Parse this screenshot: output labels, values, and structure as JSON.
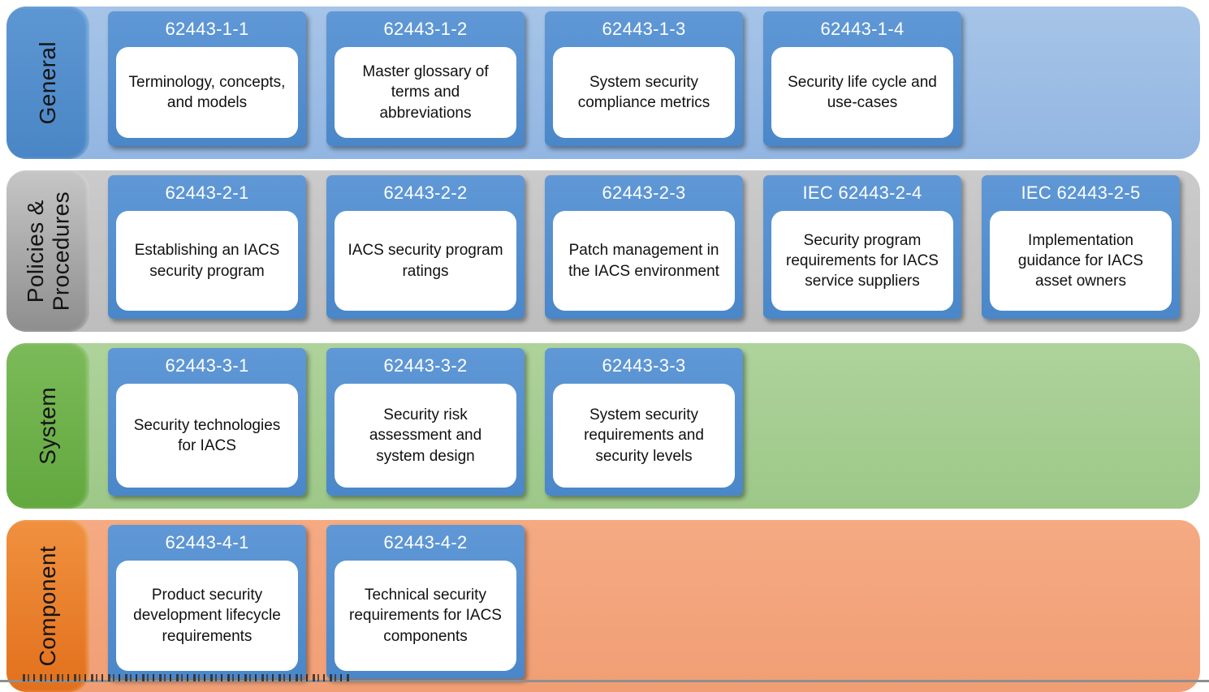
{
  "card": {
    "header_colors": [
      "#6098d6",
      "#4a87c9"
    ],
    "header_text_color": "#ffffff",
    "body_color": "#ffffff",
    "body_text_color": "#111111"
  },
  "rows": [
    {
      "key": "general",
      "label": "General",
      "band_colors": [
        "#a6c4e7",
        "#92b6e2"
      ],
      "label_colors": [
        "#5d97d3",
        "#4a86c5"
      ],
      "cards": [
        {
          "id": "62443-1-1",
          "description": "Terminology, concepts, and models"
        },
        {
          "id": "62443-1-2",
          "description": "Master glossary of terms and abbreviations"
        },
        {
          "id": "62443-1-3",
          "description": "System security compliance metrics"
        },
        {
          "id": "62443-1-4",
          "description": "Security life cycle and use-cases"
        }
      ]
    },
    {
      "key": "policies-procedures",
      "label": "Policies &\nProcedures",
      "band_colors": [
        "#cbcbcb",
        "#bdbdbd"
      ],
      "label_colors": [
        "#c6c6c6",
        "#8e8e8e"
      ],
      "cards": [
        {
          "id": "62443-2-1",
          "description": "Establishing an IACS security program"
        },
        {
          "id": "62443-2-2",
          "description": "IACS security program ratings"
        },
        {
          "id": "62443-2-3",
          "description": "Patch management in the IACS environment"
        },
        {
          "id": "IEC 62443-2-4",
          "description": "Security program requirements for IACS service suppliers"
        },
        {
          "id": "IEC 62443-2-5",
          "description": "Implementation guidance for IACS asset owners"
        }
      ]
    },
    {
      "key": "system",
      "label": "System",
      "band_colors": [
        "#aed29b",
        "#9dc888"
      ],
      "label_colors": [
        "#7cba59",
        "#62a83e"
      ],
      "cards": [
        {
          "id": "62443-3-1",
          "description": "Security technologies for IACS"
        },
        {
          "id": "62443-3-2",
          "description": "Security risk assessment and system design"
        },
        {
          "id": "62443-3-3",
          "description": "System security requirements and security levels"
        }
      ]
    },
    {
      "key": "component",
      "label": "Component",
      "band_colors": [
        "#f5aa83",
        "#f19e74"
      ],
      "label_colors": [
        "#f0913f",
        "#e2701c"
      ],
      "cards": [
        {
          "id": "62443-4-1",
          "description": "Product security development lifecycle requirements"
        },
        {
          "id": "62443-4-2",
          "description": "Technical security requirements for IACS components"
        }
      ]
    }
  ]
}
